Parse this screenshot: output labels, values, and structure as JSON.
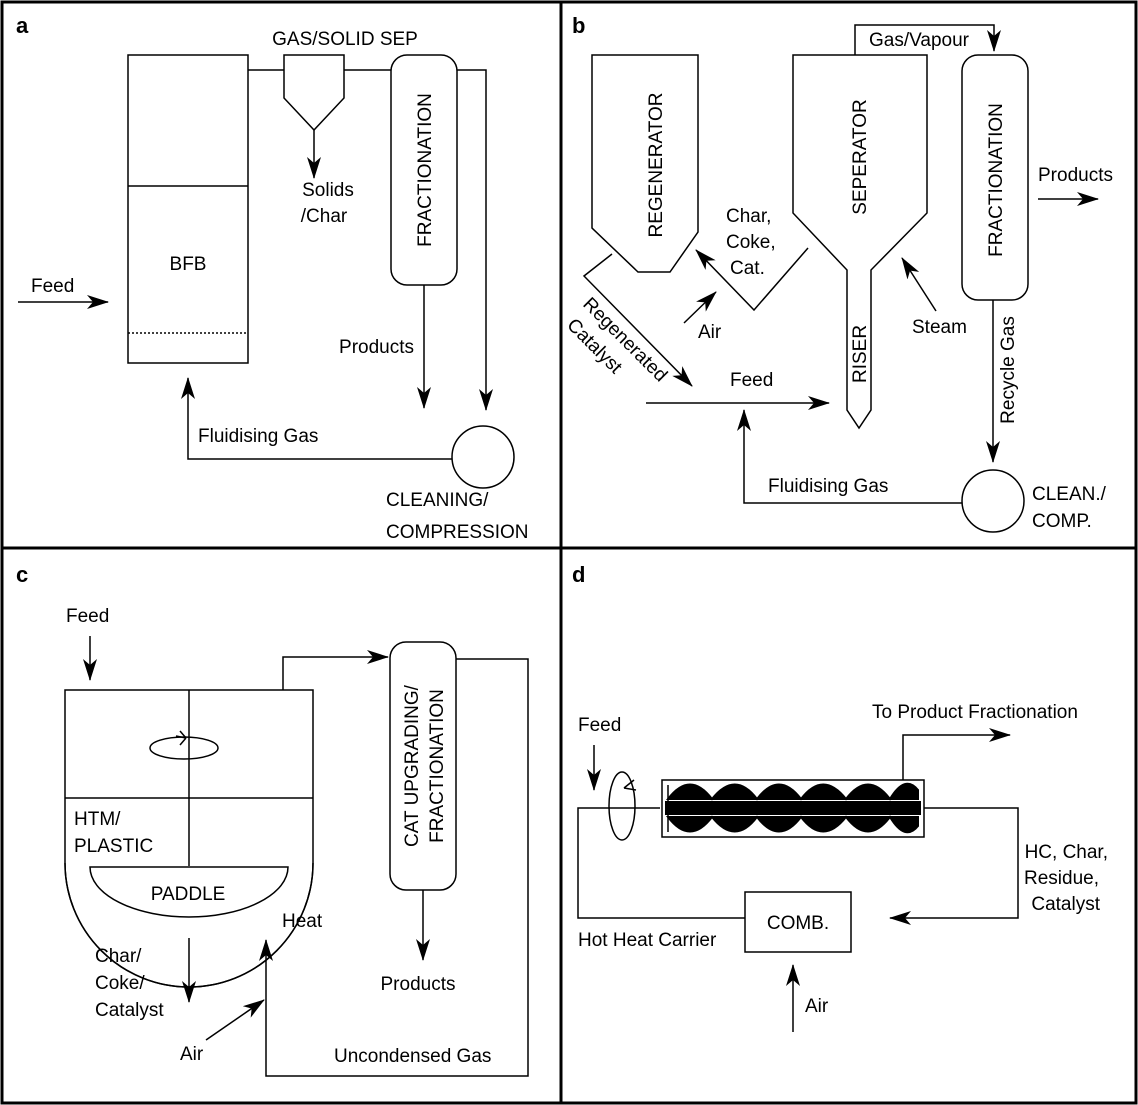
{
  "panels": {
    "a": {
      "letter": "a",
      "gas_solid_sep": "GAS/SOLID SEP",
      "bfb": "BFB",
      "feed": "Feed",
      "solids": "Solids",
      "char": "/Char",
      "fractionation": "FRACTIONATION",
      "products": "Products",
      "fluidising_gas": "Fluidising Gas",
      "cleaning": "CLEANING/",
      "compression": "COMPRESSION"
    },
    "b": {
      "letter": "b",
      "regenerator": "REGENERATOR",
      "seperator": "SEPERATOR",
      "gas_vapour": "Gas/Vapour",
      "fractionation": "FRACTIONATION",
      "products": "Products",
      "char_line1": "Char,",
      "char_line2": "Coke,",
      "char_line3": "Cat.",
      "air": "Air",
      "steam": "Steam",
      "regenerated": "Regenerated",
      "catalyst": "Catalyst",
      "feed": "Feed",
      "riser": "RISER",
      "recycle_gas": "Recycle Gas",
      "fluidising_gas": "Fluidising Gas",
      "clean": "CLEAN./",
      "comp": "COMP."
    },
    "c": {
      "letter": "c",
      "feed": "Feed",
      "htm": "HTM/",
      "plastic": "PLASTIC",
      "paddle": "PADDLE",
      "cat_upgrading": "CAT UPGRADING/",
      "fractionation": "FRACTIONATION",
      "heat": "Heat",
      "char": "Char/",
      "coke": "Coke/",
      "catalyst": "Catalyst",
      "air": "Air",
      "products": "Products",
      "uncondensed_gas": "Uncondensed Gas"
    },
    "d": {
      "letter": "d",
      "to_product_fractionation": "To Product Fractionation",
      "feed": "Feed",
      "hc_char": "HC, Char,",
      "residue": "Residue,",
      "catalyst": "Catalyst",
      "comb": "COMB.",
      "hot_heat_carrier": "Hot Heat Carrier",
      "air": "Air"
    }
  }
}
